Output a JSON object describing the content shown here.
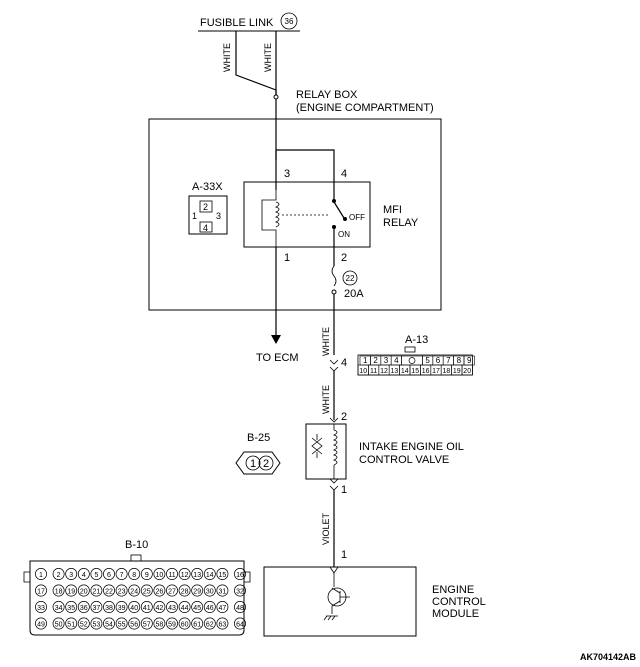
{
  "fusible_link": {
    "label": "FUSIBLE LINK",
    "number": "36"
  },
  "wire_colors": {
    "white": "WHITE",
    "violet": "VIOLET"
  },
  "relay_box": {
    "line1": "RELAY BOX",
    "line2": "(ENGINE COMPARTMENT)"
  },
  "relay": {
    "connector": "A-33X",
    "label_line1": "MFI",
    "label_line2": "RELAY",
    "switch_off": "OFF",
    "switch_on": "ON",
    "pins": {
      "p1": "1",
      "p2": "2",
      "p3": "3",
      "p4": "4"
    },
    "connector_pins": {
      "a": "1",
      "b": "2",
      "c": "3",
      "d": "4"
    }
  },
  "fuse": {
    "number": "22",
    "rating": "20A"
  },
  "to_ecm": "TO ECM",
  "connector_a13": {
    "id": "A-13",
    "row1": [
      "1",
      "2",
      "3",
      "4",
      "",
      "5",
      "6",
      "7",
      "8",
      "9"
    ],
    "row2": [
      "10",
      "11",
      "12",
      "13",
      "14",
      "15",
      "16",
      "17",
      "18",
      "19",
      "20"
    ]
  },
  "pin_a13": "4",
  "ocv": {
    "line1": "INTAKE ENGINE OIL",
    "line2": "CONTROL VALVE",
    "connector": "B-25",
    "pin_top": "2",
    "pin_bottom": "1",
    "connector_pins": [
      "1",
      "2"
    ]
  },
  "ecm": {
    "line1": "ENGINE",
    "line2": "CONTROL",
    "line3": "MODULE",
    "pin": "1",
    "connector": "B-10",
    "rows": [
      [
        "1",
        "2",
        "3",
        "4",
        "5",
        "6",
        "7",
        "8",
        "9",
        "10",
        "11",
        "12",
        "13",
        "14",
        "15",
        "16"
      ],
      [
        "17",
        "18",
        "19",
        "20",
        "21",
        "22",
        "23",
        "24",
        "25",
        "26",
        "27",
        "28",
        "29",
        "30",
        "31",
        "32"
      ],
      [
        "33",
        "34",
        "35",
        "36",
        "37",
        "38",
        "39",
        "40",
        "41",
        "42",
        "43",
        "44",
        "45",
        "46",
        "47",
        "48"
      ],
      [
        "49",
        "50",
        "51",
        "52",
        "53",
        "54",
        "55",
        "56",
        "57",
        "58",
        "59",
        "60",
        "61",
        "62",
        "63",
        "64"
      ]
    ]
  },
  "figure_code": "AK704142AB"
}
